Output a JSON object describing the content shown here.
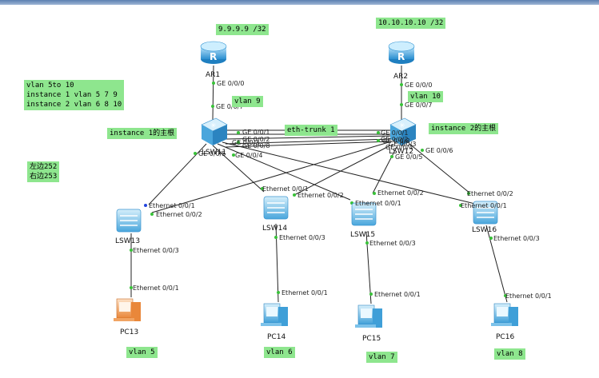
{
  "notes": {
    "ip_ar1": "9.9.9.9 /32",
    "ip_ar2": "10.10.10.10 /32",
    "vlan_config": "vlan 5to 10\ninstance 1 vlan 5 7 9\ninstance 2 vlan 6 8 10",
    "root1": "instance 1的主根",
    "root2": "instance 2的主根",
    "left_right": "左边252\n右边253",
    "vlan9": "vlan 9",
    "vlan10": "vlan 10",
    "eth_trunk": "eth-trunk 1",
    "vlan5": "vlan 5",
    "vlan6": "vlan 6",
    "vlan7": "vlan 7",
    "vlan8": "vlan 8"
  },
  "devices": {
    "ar1": "AR1",
    "ar2": "AR2",
    "lsw11": "LSW11",
    "lsw12": "LSW12",
    "lsw13": "LSW13",
    "lsw14": "LSW14",
    "lsw15": "LSW15",
    "lsw16": "LSW16",
    "pc13": "PC13",
    "pc14": "PC14",
    "pc15": "PC15",
    "pc16": "PC16"
  },
  "ports": {
    "ar1_ge000": "GE 0/0/0",
    "lsw11_ge007": "GE 0/0/7",
    "ar2_ge000": "GE 0/0/0",
    "lsw12_ge007": "GE 0/0/7",
    "lsw11_ge001": "GE 0/0/1",
    "lsw11_ge002": "GE 0/0/2",
    "lsw11_ge008": "GE 0/0/8",
    "lsw11_ge003": "GE 0/0/3",
    "lsw11_ge005": "GE 0/0/5",
    "lsw11_ge004": "GE 0/0/4",
    "lsw12_ge001": "GE 0/0/1",
    "lsw12_ge002": "GE 0/0/2",
    "lsw12_ge008": "GE 0/0/8",
    "lsw12_ge003": "GE 0/0/3",
    "lsw12_ge004": "GE 0/0/4",
    "lsw12_ge005": "GE 0/0/5",
    "lsw12_ge006": "GE 0/0/6",
    "lsw13_e001": "Ethernet 0/0/1",
    "lsw13_e002": "Ethernet 0/0/2",
    "lsw13_e003": "Ethernet 0/0/3",
    "lsw14_e001": "Ethernet 0/0/1",
    "lsw14_e002": "Ethernet 0/0/2",
    "lsw14_e003": "Ethernet 0/0/3",
    "lsw15_e002": "Ethernet 0/0/2",
    "lsw15_e001": "Ethernet 0/0/1",
    "lsw15_e003": "Ethernet 0/0/3",
    "lsw16_e002": "Ethernet 0/0/2",
    "lsw16_e001": "Ethernet 0/0/1",
    "lsw16_e003": "Ethernet 0/0/3",
    "pc13_e001": "Ethernet 0/0/1",
    "pc14_e001": "Ethernet 0/0/1",
    "pc15_e001": "Ethernet 0/0/1",
    "pc16_e001": "Ethernet 0/0/1"
  },
  "colors": {
    "note_bg": "#8ee68e",
    "port_dot": "#39c239",
    "router": "#3aa0dc",
    "switch": "#5fb6e6",
    "pc_highlight": "#f0a060"
  }
}
